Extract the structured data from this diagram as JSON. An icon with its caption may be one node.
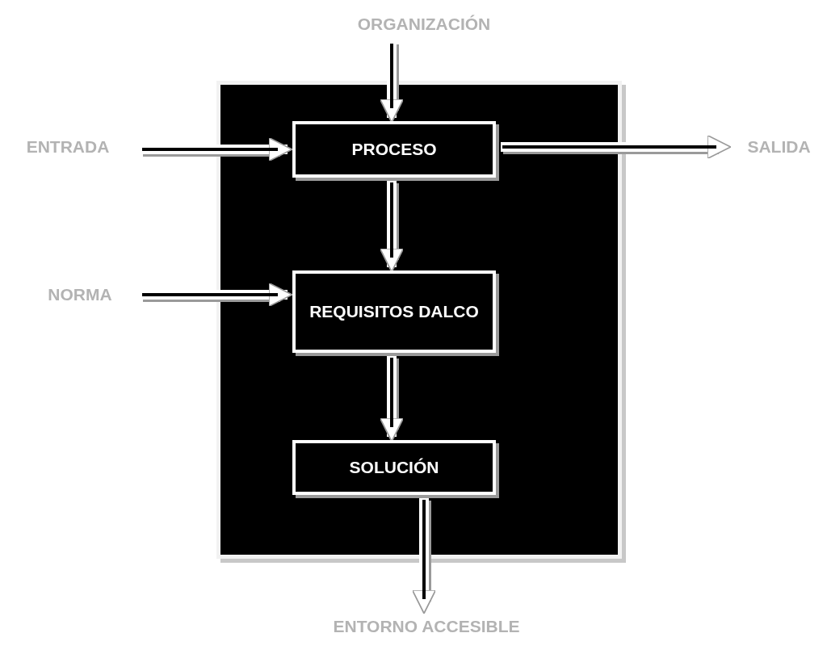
{
  "diagram": {
    "nodes": [
      {
        "text": [],
        "shape": "box"
      },
      {
        "text": [
          "ORGANIZACIÓN"
        ]
      },
      {
        "text": [
          "ENTRADA"
        ]
      },
      {
        "text": [
          "PROCESO"
        ],
        "in": 0
      },
      {
        "text": [
          "SALIDA"
        ]
      },
      {
        "text": [
          "NORMA"
        ]
      },
      {
        "text": [
          "REQUISITOS DALCO"
        ],
        "in": 0
      },
      {
        "text": [
          "SOLUCIÓN"
        ],
        "in": 0
      },
      {
        "text": [
          "ENTORNO ACCESIBLE"
        ]
      }
    ],
    "edges": [
      {
        "from": 1,
        "to": 3,
        "arrow": "to"
      },
      {
        "from": 2,
        "to": 3,
        "arrow": "to"
      },
      {
        "from": 3,
        "to": 4,
        "arrow": "to"
      },
      {
        "from": 3,
        "to": 6,
        "arrow": "to"
      },
      {
        "from": 5,
        "to": 6,
        "arrow": "to"
      },
      {
        "from": 6,
        "to": 7,
        "arrow": "to"
      },
      {
        "from": 7,
        "to": 8,
        "arrow": "to"
      }
    ]
  }
}
